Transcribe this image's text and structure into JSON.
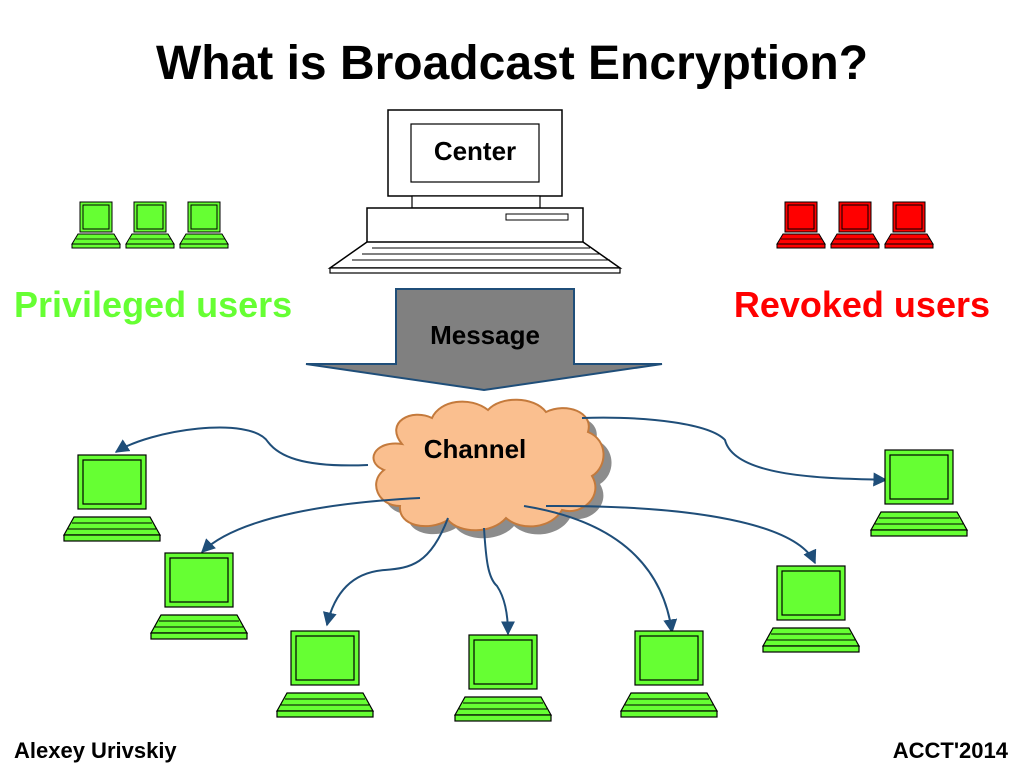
{
  "title": "What is Broadcast Encryption?",
  "center_label": "Center",
  "message_label": "Message",
  "channel_label": "Channel",
  "privileged": {
    "label": "Privileged users",
    "color": "#66ff33",
    "icon": "laptop-icon"
  },
  "revoked": {
    "label": "Revoked users",
    "color": "#ff0000",
    "icon": "laptop-icon"
  },
  "footer": {
    "author": "Alexey Urivskiy",
    "venue": "ACCT'2014"
  },
  "colors": {
    "laptop_green": "#66ff33",
    "laptop_red": "#ff0000",
    "cloud": "#fabf8f",
    "arrow": "#1f4e79",
    "message_arrow": "#808080"
  }
}
